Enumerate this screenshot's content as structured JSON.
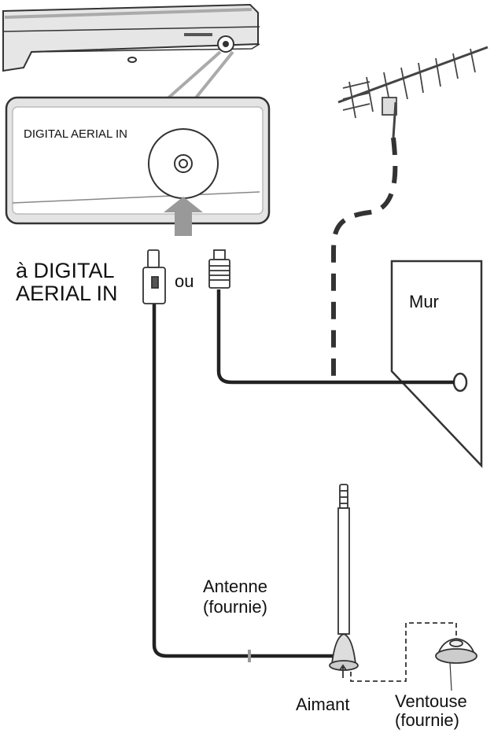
{
  "labels": {
    "digital_aerial_in": "DIGITAL AERIAL IN",
    "to_digital_aerial_in_line1": "à DIGITAL",
    "to_digital_aerial_in_line2": "AERIAL IN",
    "or": "ou",
    "wall": "Mur",
    "antenna_line1": "Antenne",
    "antenna_line2": "(fournie)",
    "magnet": "Aimant",
    "suction_cup_line1": "Ventouse",
    "suction_cup_line2": "(fournie)"
  }
}
